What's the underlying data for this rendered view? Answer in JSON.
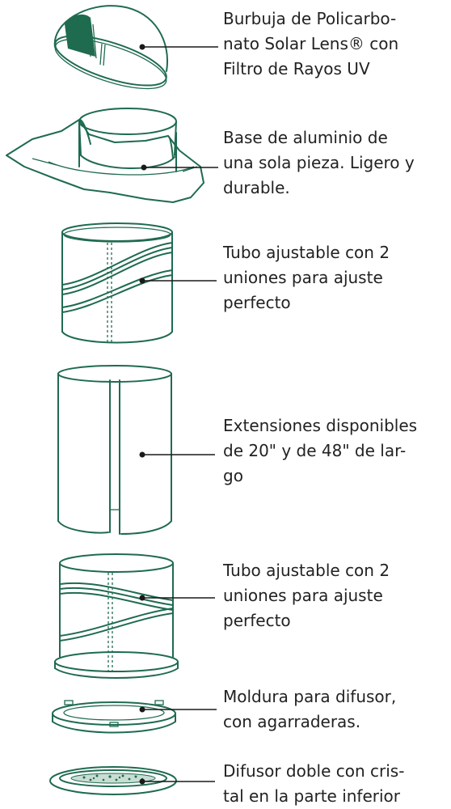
{
  "parts": [
    {
      "id": "bubble",
      "lines": [
        "Burbuja de Policarbo-",
        "nato Solar Lens® con",
        "Filtro de Rayos UV"
      ]
    },
    {
      "id": "base",
      "lines": [
        "Base de aluminio de",
        "una sola pieza. Ligero y",
        "durable."
      ]
    },
    {
      "id": "tube_top",
      "lines": [
        "Tubo ajustable con 2",
        "uniones para ajuste",
        "perfecto"
      ]
    },
    {
      "id": "extension",
      "lines": [
        "Extensiones disponibles",
        "de 20\" y de 48\" de lar-",
        "go"
      ]
    },
    {
      "id": "tube_bottom",
      "lines": [
        "Tubo ajustable con 2",
        "uniones para ajuste",
        "perfecto"
      ]
    },
    {
      "id": "trim",
      "lines": [
        "Moldura para difusor,",
        "con agarraderas."
      ]
    },
    {
      "id": "diffuser",
      "lines": [
        "Difusor  doble con cris-",
        "tal en la parte inferior"
      ]
    }
  ],
  "colors": {
    "drawing": "#1f6b4f",
    "text": "#222222",
    "leader": "#1a1a1a"
  }
}
